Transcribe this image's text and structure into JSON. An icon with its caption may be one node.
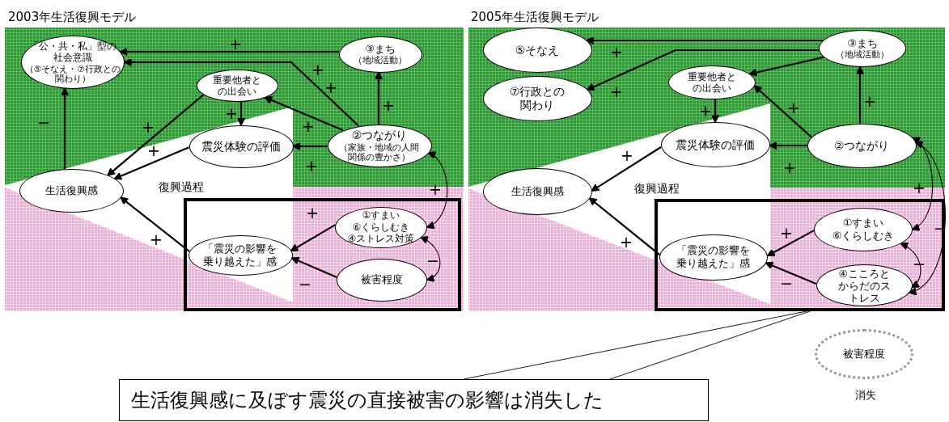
{
  "diagram": {
    "nodes": [
      {
        "text": [
          "「公・共・私」型の社会意識",
          "（⑤そなえ・⑦行政との関わり）"
        ]
      },
      {
        "text": [
          "③まち",
          "（地域活動）"
        ]
      },
      {
        "text": [
          "重要他者との出会い"
        ]
      },
      {
        "text": [
          "震災体験の評価"
        ]
      },
      {
        "text": [
          "②つながり",
          "（家族・地域の人間関係の豊かさ）"
        ]
      },
      {
        "text": [
          "生活復興感"
        ]
      },
      {
        "text": [],
        "shape": "box"
      },
      {
        "text": [
          "「震災の影響を乗り越えた」感"
        ],
        "in": 6
      },
      {
        "text": [
          "①すまい",
          "⑥くらしむき",
          "④ストレス対策"
        ],
        "in": 6
      },
      {
        "text": [
          "被害程度"
        ],
        "in": 6
      },
      {
        "text": [
          "⑤そなえ"
        ]
      },
      {
        "text": [
          "⑦行政との関わり"
        ]
      },
      {
        "text": [
          "③まち",
          "（地域活動）"
        ]
      },
      {
        "text": [
          "重要他者との出会い"
        ]
      },
      {
        "text": [
          "震災体験の評価"
        ]
      },
      {
        "text": [
          "②つながり"
        ]
      },
      {
        "text": [
          "生活復興感"
        ]
      },
      {
        "text": [],
        "shape": "box"
      },
      {
        "text": [
          "「震災の影響を乗り越えた」感"
        ],
        "in": 17
      },
      {
        "text": [
          "①すまい",
          "⑥くらしむき"
        ],
        "in": 17
      },
      {
        "text": [
          "④こころとからだのストレス"
        ],
        "in": 17
      },
      {
        "text": [
          "被害程度"
        ],
        "beside": [
          "消失"
        ]
      },
      {
        "text": [
          "生活復興感に及ぼす震災の直接被害の影響は消失した"
        ]
      }
    ],
    "edges": [
      {
        "from": 1,
        "to": 0,
        "arrow": "to",
        "label": "+"
      },
      {
        "from": 4,
        "to": 0,
        "arrow": "to",
        "label": "+"
      },
      {
        "from": 4,
        "to": 2,
        "arrow": "to",
        "label": "+"
      },
      {
        "from": 4,
        "to": 1,
        "arrow": "to",
        "label": "+"
      },
      {
        "from": 4,
        "to": 3,
        "arrow": "to",
        "label": "+"
      },
      {
        "from": 2,
        "to": 3,
        "arrow": "to",
        "label": "+"
      },
      {
        "from": 2,
        "to": 5,
        "arrow": "to",
        "label": "+"
      },
      {
        "from": 3,
        "to": 5,
        "arrow": "to",
        "label": "+"
      },
      {
        "from": 5,
        "to": 0,
        "arrow": "to",
        "label": "−"
      },
      {
        "from": 7,
        "to": 5,
        "arrow": "to",
        "label": "+"
      },
      {
        "from": 8,
        "to": 7,
        "arrow": "to",
        "label": "+"
      },
      {
        "from": 9,
        "to": 7,
        "arrow": "to",
        "label": "−"
      },
      {
        "from": 4,
        "to": 8,
        "arrow": "both",
        "label": "+"
      },
      {
        "from": 8,
        "to": 9,
        "arrow": "both",
        "label": "−"
      },
      {
        "from": 12,
        "to": 10,
        "arrow": "to",
        "label": "+"
      },
      {
        "from": 12,
        "to": 11,
        "arrow": "to",
        "label": "+"
      },
      {
        "from": 12,
        "to": 13,
        "arrow": "to"
      },
      {
        "from": 15,
        "to": 13,
        "arrow": "to",
        "label": "+"
      },
      {
        "from": 15,
        "to": 12,
        "arrow": "to",
        "label": "+"
      },
      {
        "from": 15,
        "to": 14,
        "arrow": "to",
        "label": "+"
      },
      {
        "from": 13,
        "to": 14,
        "arrow": "to",
        "label": "+"
      },
      {
        "from": 14,
        "to": 16,
        "arrow": "to",
        "label": "+"
      },
      {
        "from": 18,
        "to": 16,
        "arrow": "to",
        "label": "+"
      },
      {
        "from": 19,
        "to": 18,
        "arrow": "to",
        "label": "+"
      },
      {
        "from": 20,
        "to": 18,
        "arrow": "to",
        "label": "−"
      },
      {
        "from": 15,
        "to": 19,
        "arrow": "both",
        "label": "+"
      },
      {
        "from": 15,
        "to": 20,
        "arrow": "both",
        "label": "−"
      },
      {
        "from": 19,
        "to": 20,
        "arrow": "both",
        "label": "−"
      },
      {
        "from": 22,
        "to": 17,
        "arrow": "none"
      }
    ],
    "labels": [
      "2003年生活復興モデル",
      "2005年生活復興モデル",
      "復興過程",
      "復興過程",
      "+"
    ]
  }
}
